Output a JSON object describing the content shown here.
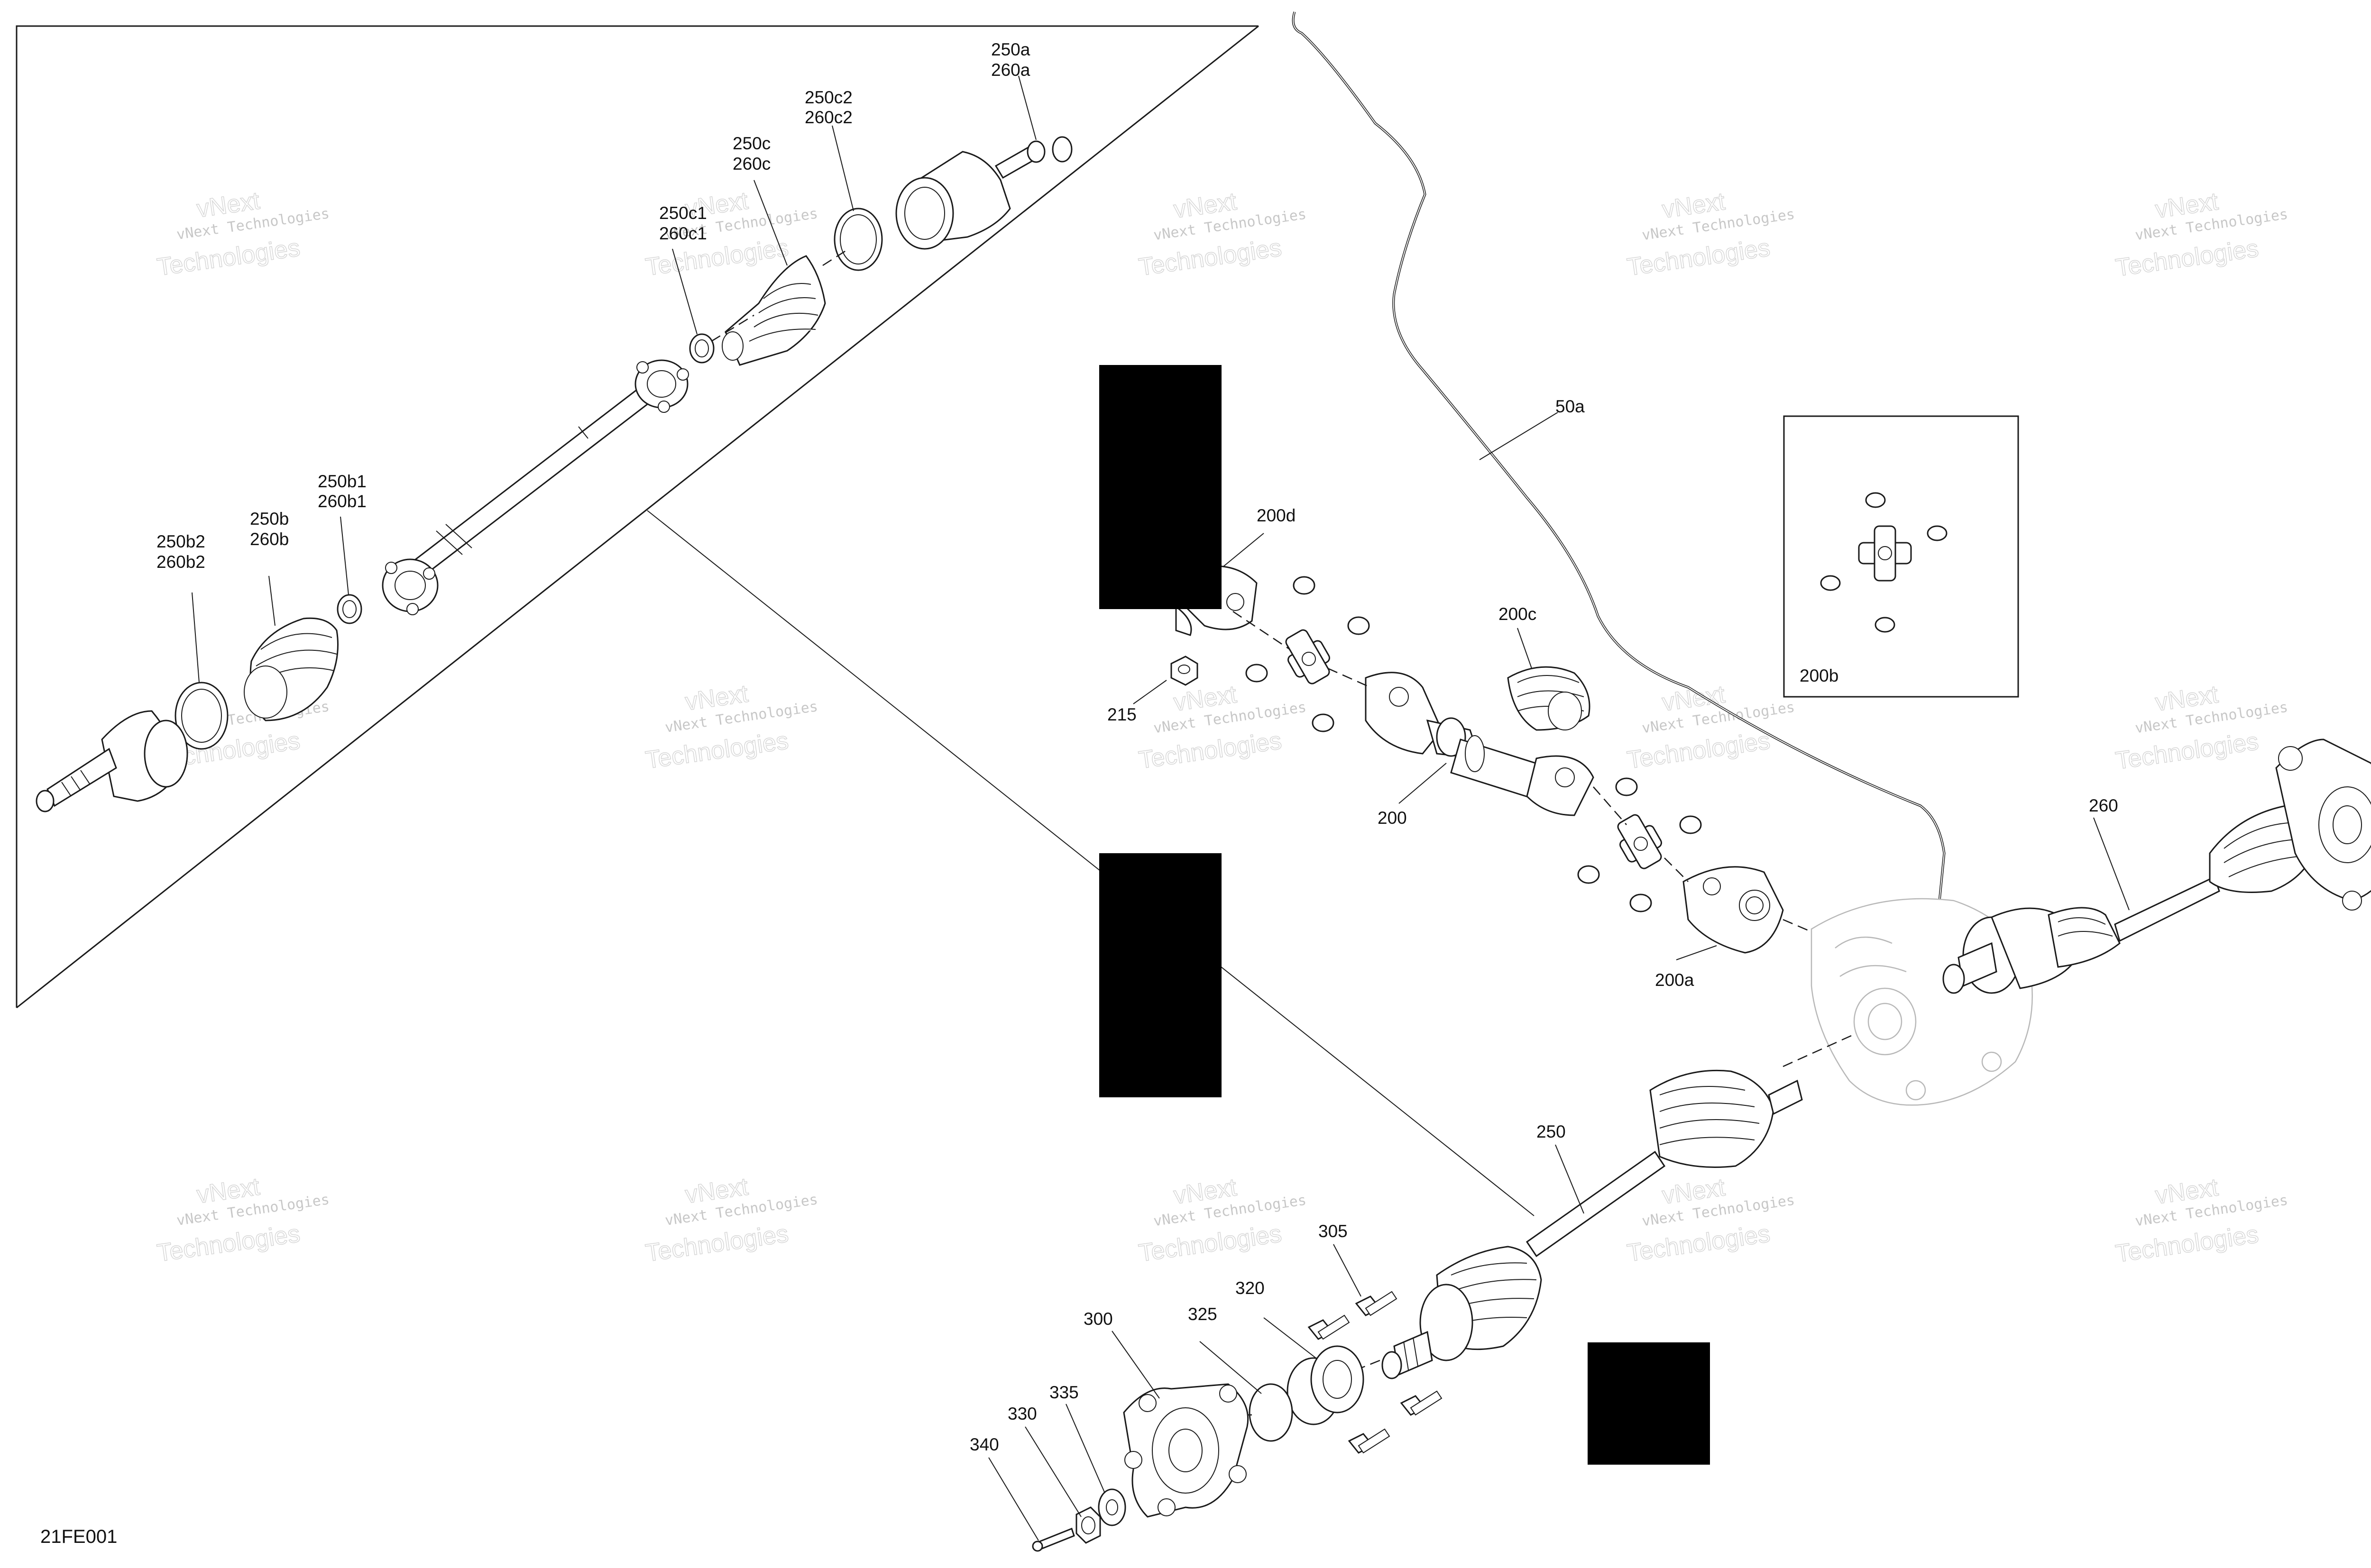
{
  "figure_id": "21FE001",
  "watermark": {
    "line1": "vNext Technologies",
    "line2": "Technologies",
    "line3": "vNext"
  },
  "callouts": {
    "c250a": "250a",
    "c260a": "260a",
    "c250c2": "250c2",
    "c260c2": "260c2",
    "c250c": "250c",
    "c260c": "260c",
    "c250c1": "250c1",
    "c260c1": "260c1",
    "c250b1": "250b1",
    "c260b1": "260b1",
    "c250b": "250b",
    "c260b": "260b",
    "c250b2": "250b2",
    "c260b2": "260b2",
    "c50a": "50a",
    "c200d": "200d",
    "c200c": "200c",
    "c200b": "200b",
    "c215": "215",
    "c200": "200",
    "c200a": "200a",
    "c260": "260",
    "c250": "250",
    "c305": "305",
    "c320": "320",
    "c325": "325",
    "c300": "300",
    "c335": "335",
    "c330": "330",
    "c340": "340"
  },
  "colors": {
    "line": "#1a1a1a",
    "ghost_part": "#b8b8b8",
    "redaction": "#000000",
    "watermark": "#9a9a9a"
  }
}
